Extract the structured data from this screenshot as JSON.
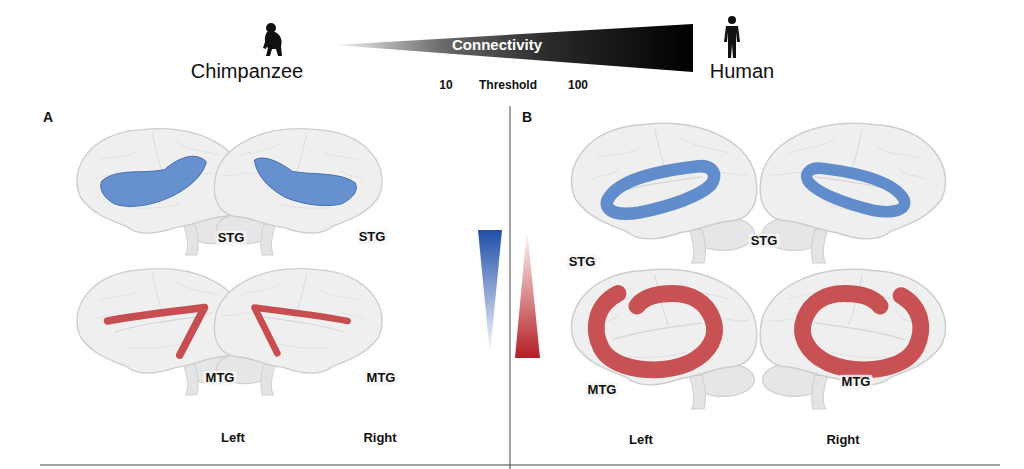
{
  "diagram": {
    "labels": [
      "Chimpanzee",
      "Connectivity",
      "10",
      "Threshold",
      "100",
      "Human",
      "A",
      "STG",
      "STG",
      "MTG",
      "MTG",
      "Left",
      "Right",
      "B",
      "STG",
      "STG",
      "MTG",
      "MTG",
      "Left",
      "Right"
    ]
  }
}
